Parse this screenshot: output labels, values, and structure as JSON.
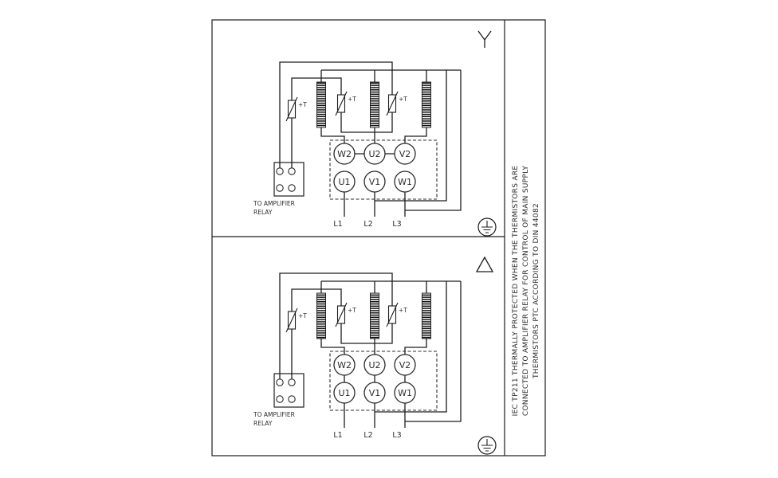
{
  "panels": [
    {
      "connection": "star",
      "terminals": {
        "top": [
          "W2",
          "U2",
          "V2"
        ],
        "bottom": [
          "U1",
          "V1",
          "W1"
        ]
      },
      "supply": [
        "L1",
        "L2",
        "L3"
      ],
      "thermistor_label": "+T",
      "relay_note": [
        "TO AMPLIFIER",
        "RELAY"
      ]
    },
    {
      "connection": "delta",
      "terminals": {
        "top": [
          "W2",
          "U2",
          "V2"
        ],
        "bottom": [
          "U1",
          "V1",
          "W1"
        ]
      },
      "supply": [
        "L1",
        "L2",
        "L3"
      ],
      "thermistor_label": "+T",
      "relay_note": [
        "TO AMPLIFIER",
        "RELAY"
      ]
    }
  ],
  "side_note": [
    "IEC TP211 THERMALLY PROTECTED WHEN THE THERMISTORS ARE",
    "CONNECTED TO AMPLIFIER RELAY FOR CONTROL OF MAIN SUPPLY",
    "THERMISTORS PTC ACCORDING TO DIN 44082"
  ],
  "colors": {
    "line": "#1d1d1d",
    "background": "#ffffff"
  }
}
